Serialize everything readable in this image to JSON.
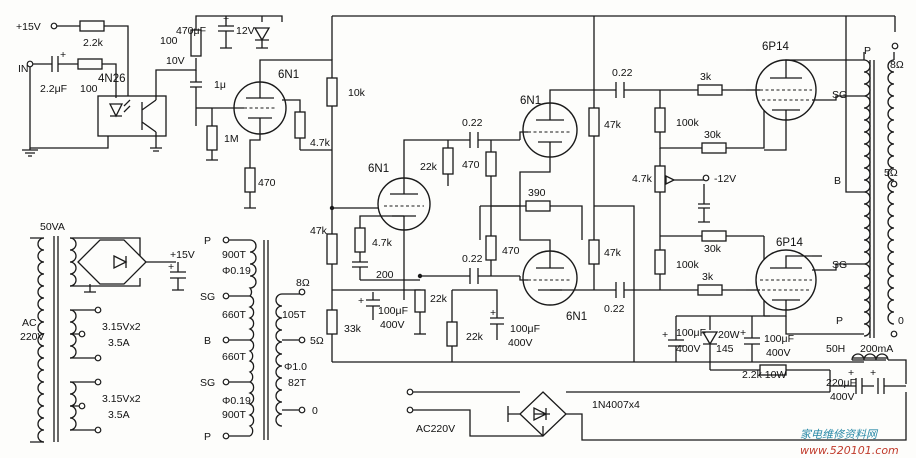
{
  "diagram": {
    "input": {
      "supply": "+15V",
      "jack": "IN"
    },
    "opto": "4N26",
    "components": {
      "r_in_top": "2.2k",
      "c_in": "2.2μF",
      "r_in": "100",
      "r_100_v": "100",
      "node_10v": "10V",
      "c_470u": "470μF",
      "zener_12v": "12V",
      "c_1u": "1μ",
      "r_1m": "1M",
      "r_470_cath": "470",
      "r_10k": "10k",
      "r_4k7_first": "4.7k",
      "r_47k_pi": "47k",
      "r_4k7_pi": "4.7k",
      "c_200": "200",
      "r_33k": "33k",
      "c_100u_pi": "100μF",
      "v_400_pi": "400V",
      "r_22k_pi": "22k",
      "r_470_mid": "470",
      "c_022_top": "0.22",
      "r_390": "390",
      "r_470_low": "470",
      "c_022_low": "0.22",
      "r_22k_low": "22k",
      "r_22k_mid": "22k",
      "c_100u_mid": "100μF",
      "v_400_mid": "400V",
      "r_47k_top": "47k",
      "r_47k_bot": "47k",
      "c_022_out_top": "0.22",
      "c_022_out_bot": "0.22",
      "r_3k_top": "3k",
      "r_3k_bot": "3k",
      "r_100k_top": "100k",
      "r_100k_bot": "100k",
      "r_30k_top": "30k",
      "r_30k_bot": "30k",
      "pot_4k7": "4.7k",
      "bias": "-12V",
      "c_100u_l": "100μF",
      "v_400_l": "400V",
      "zener_20w": "20W",
      "zener_145": "145",
      "c_100u_r": "100μF",
      "v_400_r": "400V",
      "r_2k2_10w": "2.2k 10W",
      "choke": "50H",
      "choke_current": "200mA",
      "c_220u": "220μF",
      "v_400_filter": "400V",
      "rectifier_diodes": "1N4007x4",
      "mains": "AC220V"
    },
    "tubes": {
      "t1": "6N1",
      "t2": "6N1",
      "t3": "6N1",
      "t4": "6N1",
      "p1": "6P14",
      "p2": "6P14"
    },
    "power_transformer": {
      "rating": "50VA",
      "primary": [
        "AC",
        "220V"
      ],
      "sec1": [
        "3.15Vx2",
        "3.5A"
      ],
      "sec2": [
        "3.15Vx2",
        "3.5A"
      ],
      "rect_out": "+15V"
    },
    "output_transformer_detail": {
      "left_taps": [
        "P",
        "SG",
        "B",
        "SG",
        "P"
      ],
      "left_turns": [
        [
          "900T",
          "Φ0.19"
        ],
        [
          "660T"
        ],
        [
          "660T"
        ],
        [
          "Φ0.19",
          "900T"
        ]
      ],
      "right_taps": [
        "8Ω",
        "5Ω",
        "0"
      ],
      "right_turns": [
        "105T",
        "Φ1.0",
        "82T"
      ]
    },
    "output_transformer_main": {
      "primary_taps": [
        "P",
        "SG",
        "B",
        "SG",
        "P"
      ],
      "secondary_taps": [
        "8Ω",
        "5Ω",
        "0"
      ]
    }
  },
  "watermark": {
    "text": "家电维修资料网",
    "url": "www.520101.com"
  }
}
